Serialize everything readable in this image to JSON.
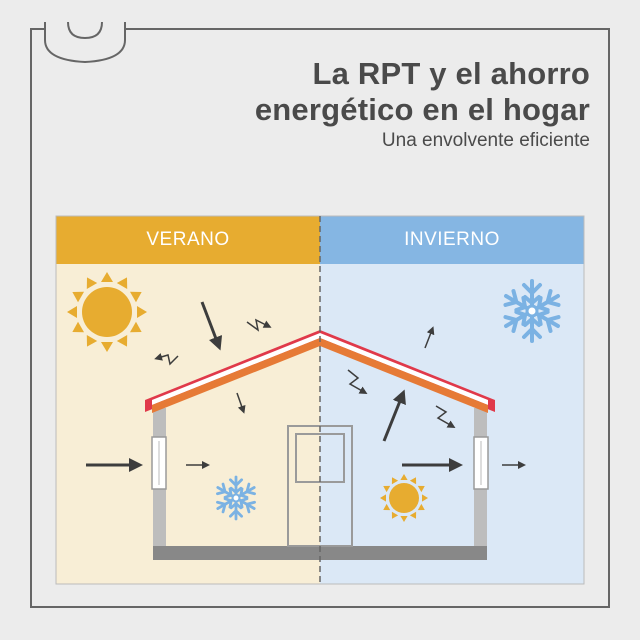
{
  "title_line1": "La RPT y el ahorro",
  "title_line2": "energético en el hogar",
  "subtitle": "Una envolvente eficiente",
  "panels": {
    "summer": {
      "label": "VERANO",
      "header_color": "#e7ac30",
      "bg_color": "#f8eed6"
    },
    "winter": {
      "label": "INVIERNO",
      "header_color": "#85b6e3",
      "bg_color": "#dbe8f6"
    }
  },
  "icons": [
    "sun-icon",
    "snowflake-icon"
  ],
  "colors": {
    "roof_outer": "#e0394a",
    "roof_inner": "#e67a36",
    "wall": "#bdbdbd",
    "floor": "#888888",
    "arrow": "#3d3d3d"
  }
}
